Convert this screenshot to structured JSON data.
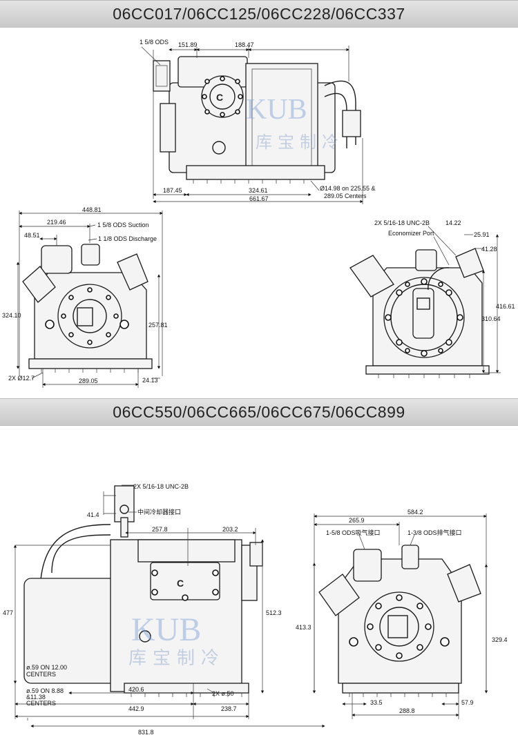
{
  "sections": [
    {
      "title": "06CC017/06CC125/06CC228/06CC337"
    },
    {
      "title": "06CC550/06CC665/06CC675/06CC899"
    }
  ],
  "diagram1": {
    "top_view": {
      "ods": "1 5/8 ODS",
      "d151": "151.89",
      "d188": "188.47",
      "d187": "187.45",
      "d324": "324.61",
      "d661": "661.67",
      "mount_a": "Ø14.98 on 225.55 &",
      "mount_b": "289.05 Centers"
    },
    "left_view": {
      "w448": "448.81",
      "w219": "219.46",
      "suction": "1 5/8 ODS Suction",
      "w48": "48.51",
      "discharge": "1 1/8 ODS Discharge",
      "h324": "324.10",
      "h257": "257.81",
      "holes": "2X Ø12.7",
      "w289": "289.05",
      "w24": "24.13"
    },
    "right_view": {
      "thread": "2X 5/16-18 UNC-2B",
      "d14": "14.22",
      "econ": "Economizer Port",
      "d25": "25.91",
      "d41": "41.28",
      "h416": "416.61",
      "h310": "310.64"
    }
  },
  "diagram2": {
    "front_view": {
      "thread": "2X 5/16-18 UNC-2B",
      "d41": "41.4",
      "cn_port": "中间冷却器接口",
      "d257": "257.8",
      "d203": "203.2",
      "h477": "477",
      "h512": "512.3",
      "note1a": "ø.59 ON 12.00",
      "note1b": "CENTERS",
      "note2a": "ø.59 ON 8.88",
      "note2b": "&11.38",
      "note2c": "CENTERS",
      "d420": "420.6",
      "hole": "2X ø.50",
      "d442": "442.9",
      "d238": "238.7",
      "d831": "831.8"
    },
    "side_view": {
      "w584": "584.2",
      "w265": "265.9",
      "suction": "1-5/8 ODS吸气接口",
      "discharge": "1-3/8 ODS排气接口",
      "h413": "413.3",
      "h329": "329.4",
      "w33": "33.5",
      "w288": "288.8",
      "w57": "57.9"
    }
  },
  "watermark": {
    "latin": "KUB",
    "chinese": "库宝制冷"
  }
}
